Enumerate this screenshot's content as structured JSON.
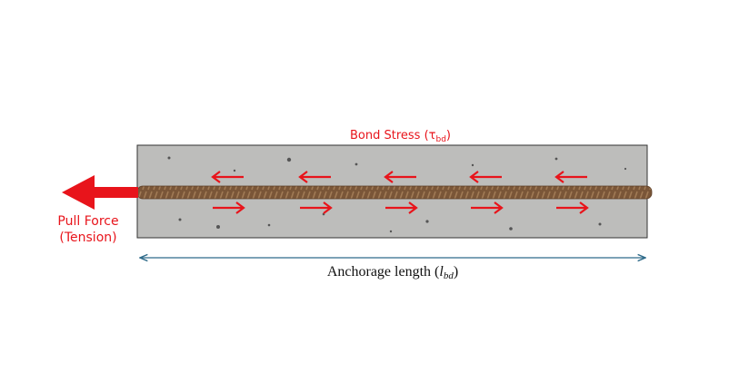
{
  "diagram": {
    "bond_stress_label": "Bond Stress (τ",
    "bond_stress_sub": "bd",
    "bond_stress_close": ")",
    "pull_force_line1": "Pull Force",
    "pull_force_line2": "(Tension)",
    "anchorage_label": "Anchorage length (",
    "anchorage_symbol": "l",
    "anchorage_sub": "bd",
    "anchorage_close": ")",
    "colors": {
      "force": "#e8141b",
      "concrete": "#bdbdbb",
      "rebar": "#7a5638",
      "dimension": "#2f6b8a"
    }
  }
}
